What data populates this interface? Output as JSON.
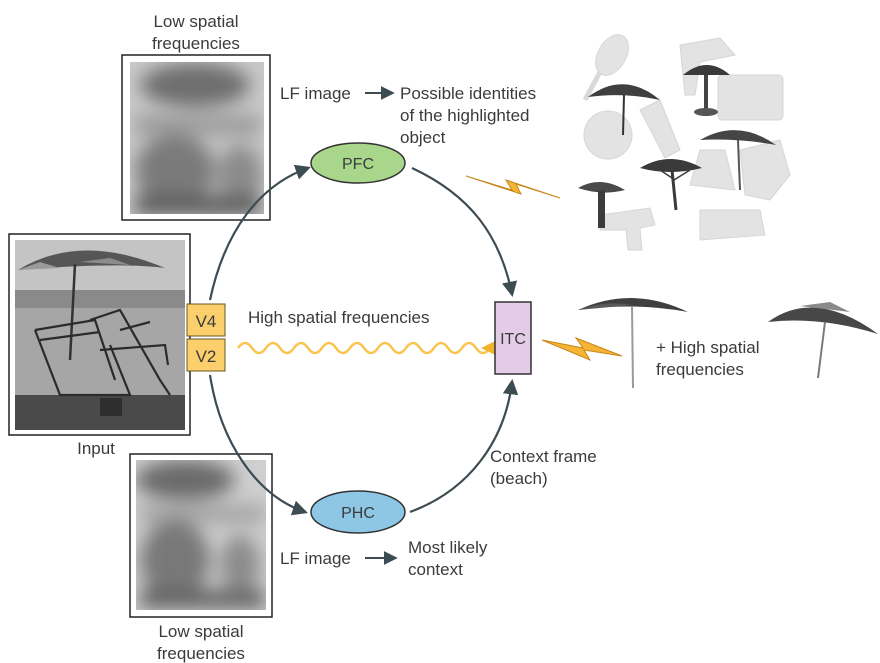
{
  "labels": {
    "top_lsf_line1": "Low spatial",
    "top_lsf_line2": "frequencies",
    "bottom_lsf_line1": "Low spatial",
    "bottom_lsf_line2": "frequencies",
    "lf_image_top": "LF image",
    "possible_line1": "Possible identities",
    "possible_line2": "of the highlighted",
    "possible_line3": "object",
    "input": "Input",
    "high_spatial": "High spatial frequencies",
    "plus_hsf_line1": "+ High spatial",
    "plus_hsf_line2": "frequencies",
    "context_line1": "Context frame",
    "context_line2": "(beach)",
    "lf_image_bottom": "LF image",
    "most_likely_line1": "Most likely",
    "most_likely_line2": "context"
  },
  "nodes": {
    "pfc": "PFC",
    "phc": "PHC",
    "itc": "ITC",
    "v4": "V4",
    "v2": "V2"
  },
  "colors": {
    "pfc_fill": "#a8d68a",
    "phc_fill": "#8ec6e6",
    "itc_fill": "#e2cce6",
    "v_box_fill": "#fbcf6b",
    "arrow": "#3d4b52",
    "wave": "#f8c44c",
    "bolt": "#f6b334"
  }
}
